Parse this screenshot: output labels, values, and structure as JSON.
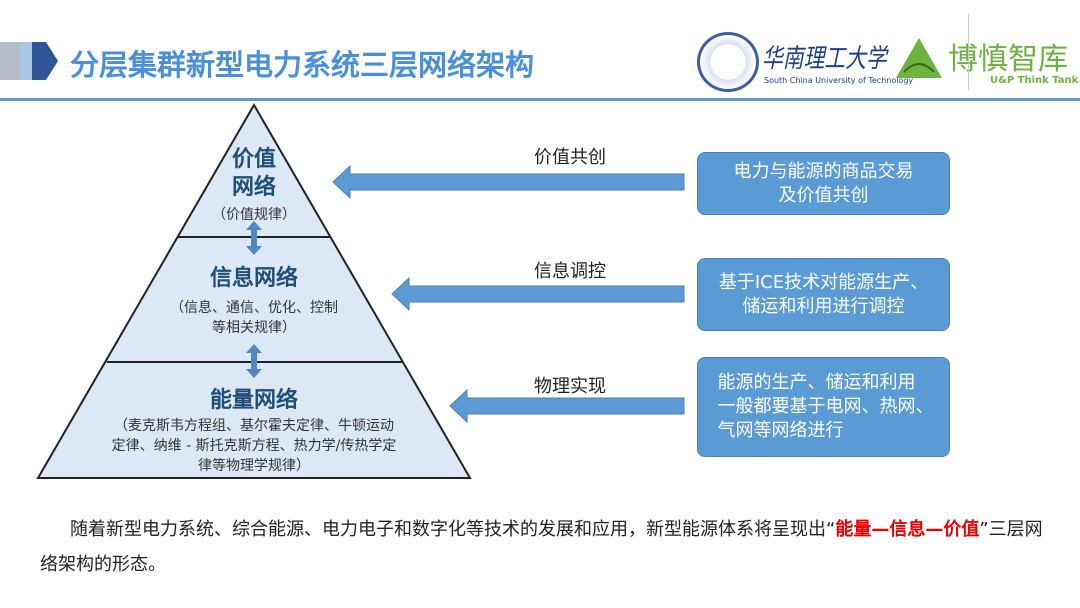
{
  "header": {
    "title": "分层集群新型电力系统三层网络架构",
    "university_cn": "华南理工大学",
    "university_en": "South China University of Technology",
    "think_tank_cn": "博慎智库",
    "think_tank_en": "U&P Think Tank"
  },
  "pyramid": {
    "layers": [
      {
        "title_line1": "价值",
        "title_line2": "网络",
        "desc": "（价值规律）"
      },
      {
        "title": "信息网络",
        "desc_line1": "（信息、通信、优化、控制",
        "desc_line2": "等相关规律）"
      },
      {
        "title": "能量网络",
        "desc_line1": "（麦克斯韦方程组、基尔霍夫定律、牛顿运动",
        "desc_line2": "定律、纳维 - 斯托克斯方程、热力学/传热学定",
        "desc_line3": "律等物理学规律）"
      }
    ]
  },
  "arrows": [
    {
      "label": "价值共创",
      "box_line1": "电力与能源的商品交易",
      "box_line2": "及价值共创"
    },
    {
      "label": "信息调控",
      "box_line1": "基于ICE技术对能源生产、",
      "box_line2": "储运和利用进行调控"
    },
    {
      "label": "物理实现",
      "box_line1": "能源的生产、储运和利用",
      "box_line2": "一般都要基于电网、热网、",
      "box_line3": "气网等网络进行"
    }
  ],
  "paragraph": {
    "before": "随着新型电力系统、综合能源、电力电子和数字化等技术的发展和应用，新型能源体系将呈现出“",
    "highlight": "能量—信息—价值",
    "after": "”三层网络架构的形态。"
  },
  "colors": {
    "accent": "#5b9bd5",
    "title": "#4a90d9",
    "highlight": "#ee0000",
    "pyramid_fill": "#dce8f5"
  }
}
